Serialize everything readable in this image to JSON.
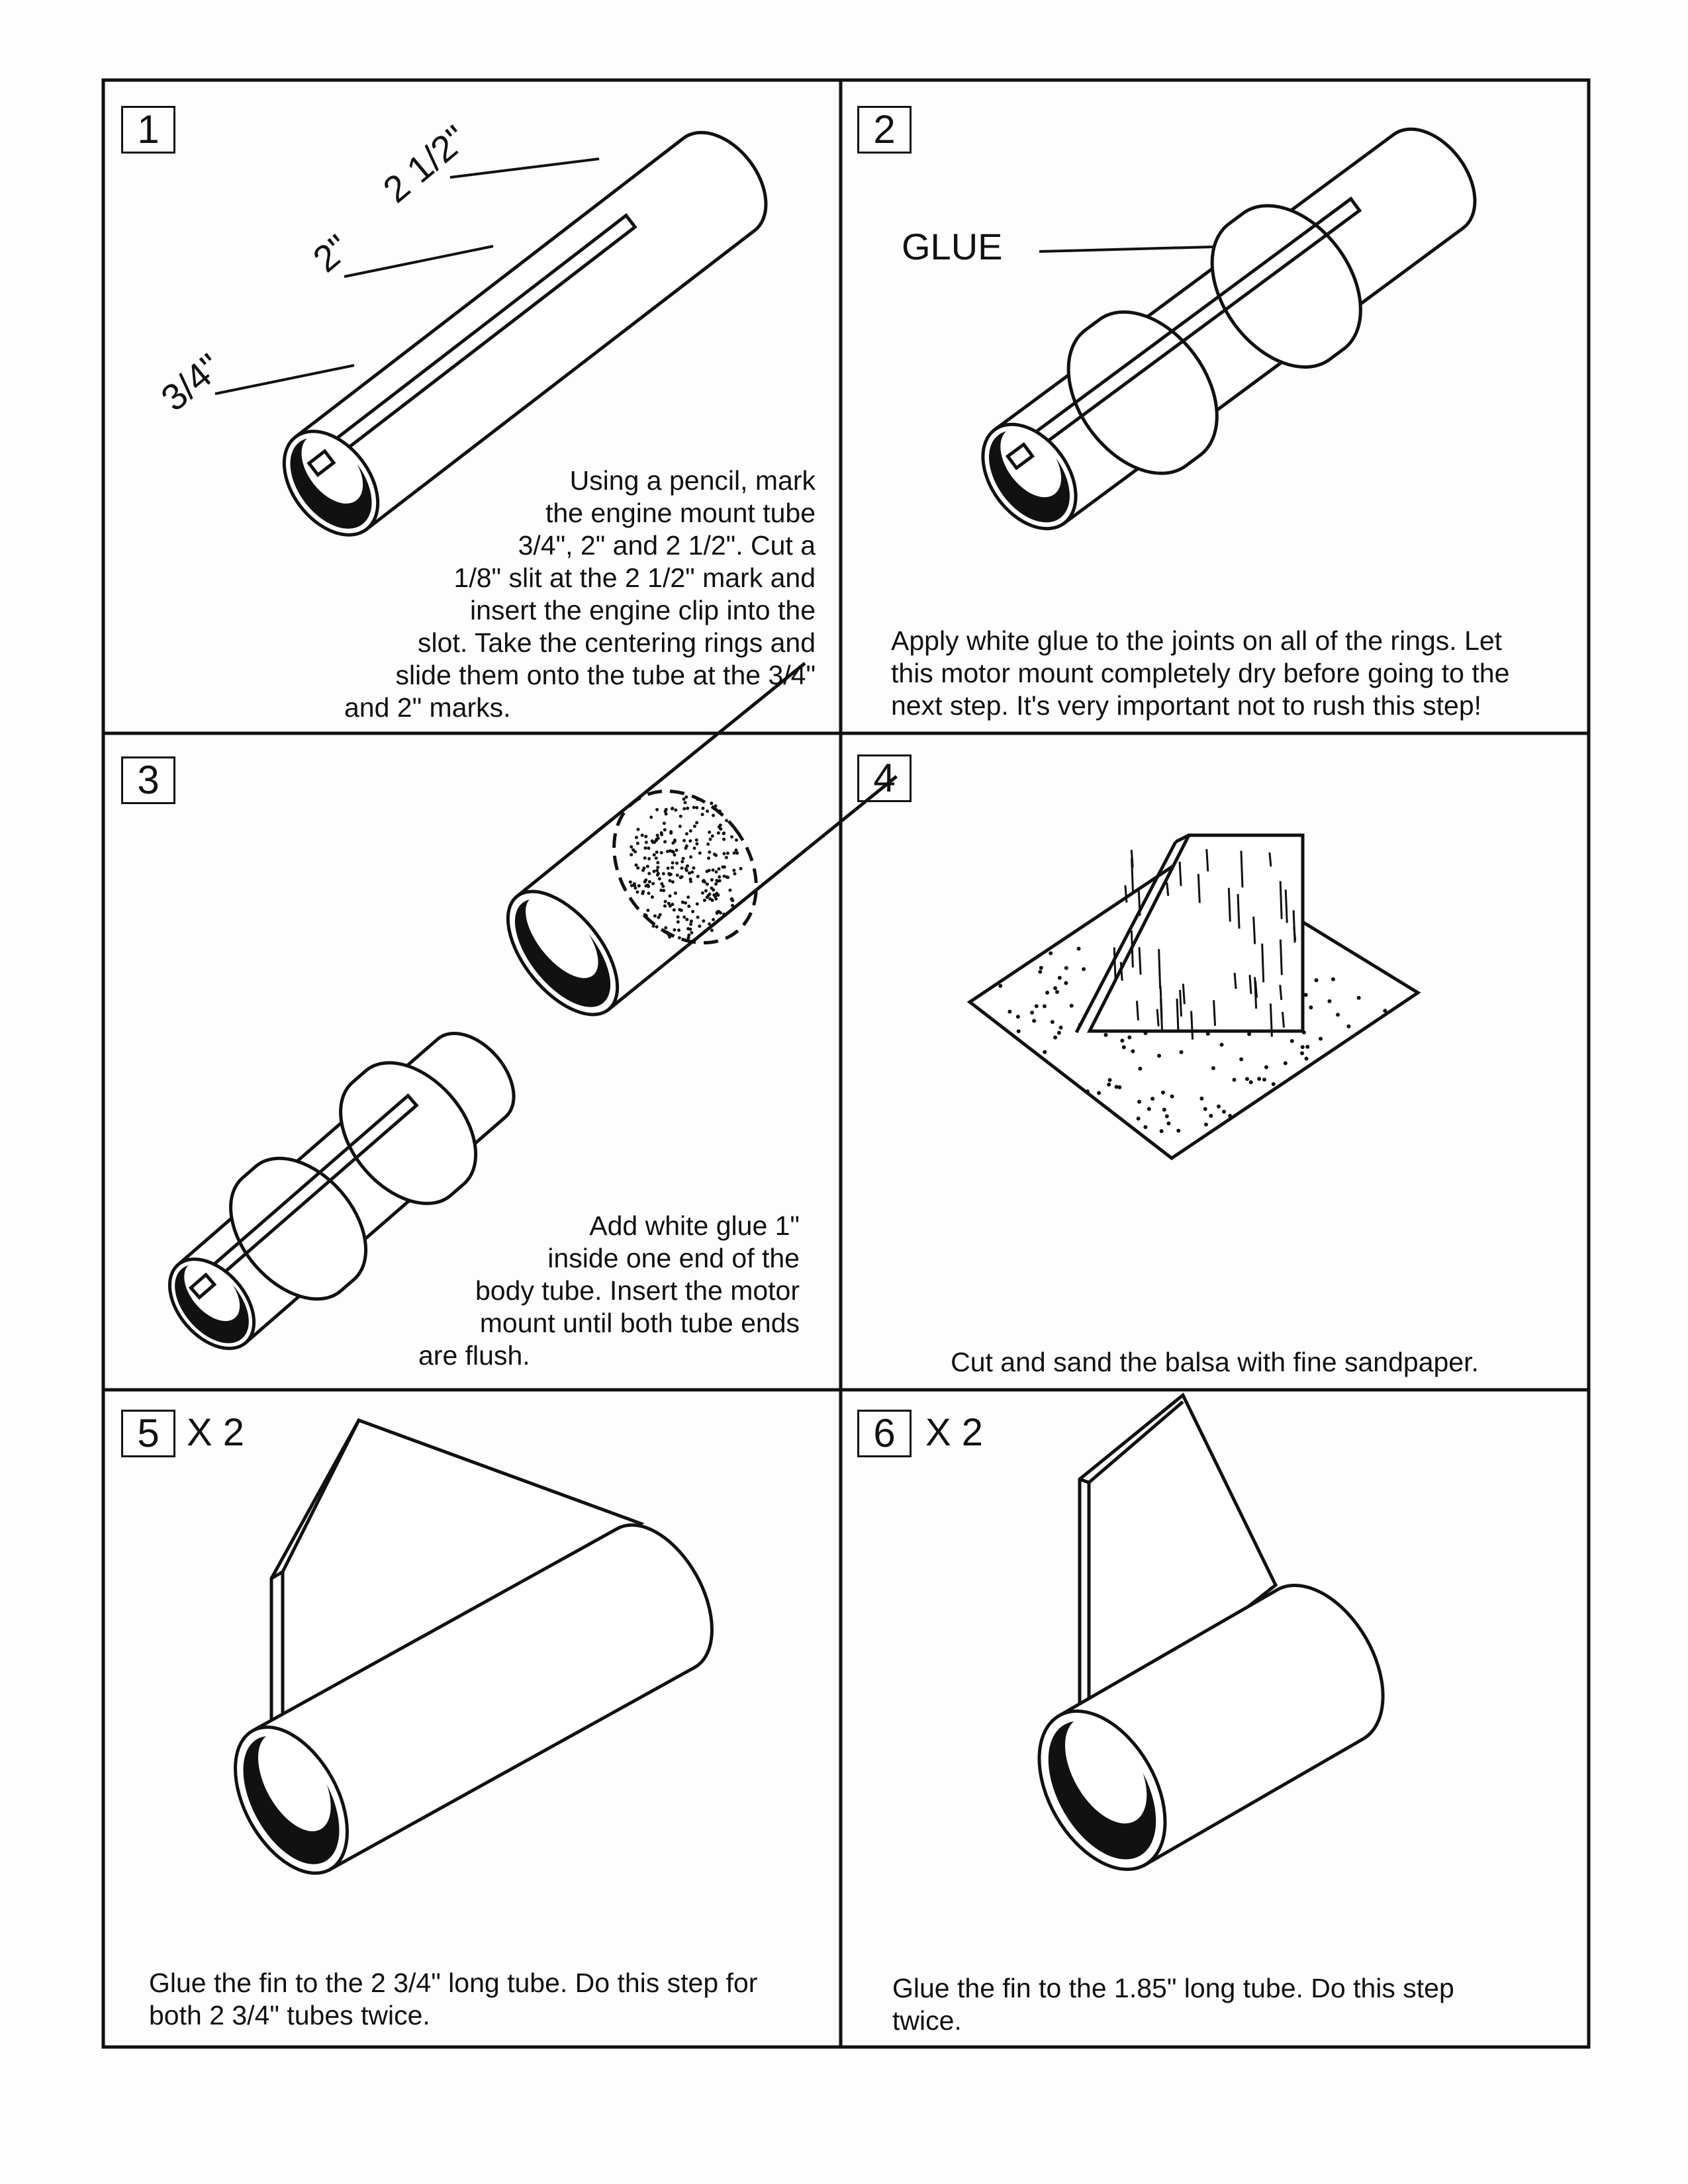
{
  "steps": [
    {
      "number": "1",
      "labels": {
        "m1": "3/4\"",
        "m2": "2\"",
        "m3": "2 1/2\""
      },
      "text": [
        "Using a pencil, mark",
        "the engine mount tube",
        "3/4\", 2\" and 2 1/2\".  Cut a",
        "1/8\" slit at the 2 1/2\" mark and",
        "insert the engine clip into the",
        "slot.  Take the centering rings and",
        "slide them onto the tube at the 3/4\"",
        "and 2\" marks."
      ]
    },
    {
      "number": "2",
      "labels": {
        "glue": "GLUE"
      },
      "text": [
        "Apply white glue to the joints on all of the rings.  Let",
        "this motor mount completely dry before going to the",
        "next step.  It's very important not to rush this step!"
      ]
    },
    {
      "number": "3",
      "text": [
        "Add white glue 1\"",
        "inside one end of the",
        "body tube.  Insert the motor",
        "mount until both tube ends",
        "are flush."
      ]
    },
    {
      "number": "4",
      "text": [
        "Cut and sand the balsa with fine sandpaper."
      ]
    },
    {
      "number": "5",
      "multiplier": "X 2",
      "text": [
        "Glue the fin to the 2 3/4\" long tube.  Do this step for",
        "both 2 3/4\" tubes twice."
      ]
    },
    {
      "number": "6",
      "multiplier": "X 2",
      "text": [
        "Glue the fin to the 1.85\" long tube.  Do this step",
        "twice."
      ]
    }
  ]
}
